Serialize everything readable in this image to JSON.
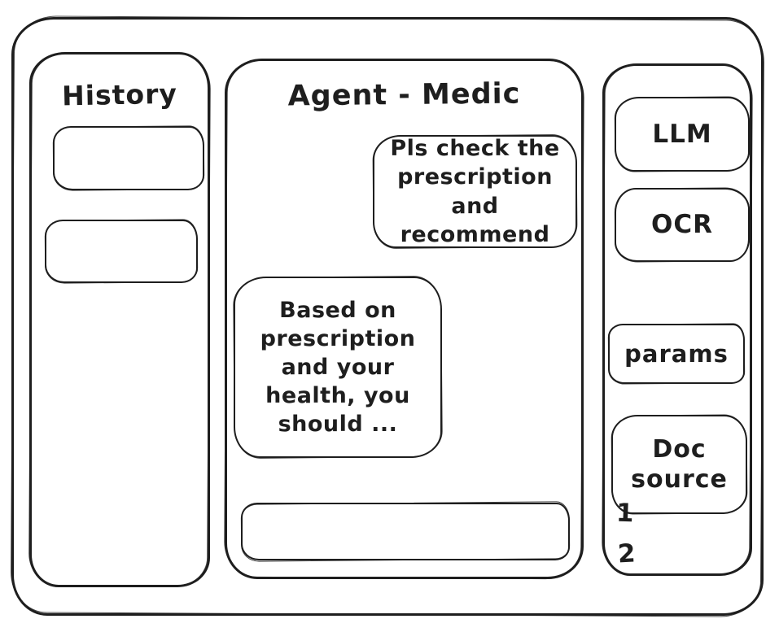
{
  "colors": {
    "ink": "#1e1e1e",
    "background": "#ffffff"
  },
  "history_panel": {
    "title": "History"
  },
  "chat_panel": {
    "title": "Agent - Medic",
    "user_message": "Pls check the prescription and recommend",
    "agent_message": "Based on prescription and your health, you should ...",
    "input_value": "",
    "input_placeholder": ""
  },
  "tools_panel": {
    "llm_label": "LLM",
    "ocr_label": "OCR",
    "params_label": "params",
    "doc_source_label": "Doc source",
    "doc_source_items": [
      "1",
      "2"
    ]
  }
}
